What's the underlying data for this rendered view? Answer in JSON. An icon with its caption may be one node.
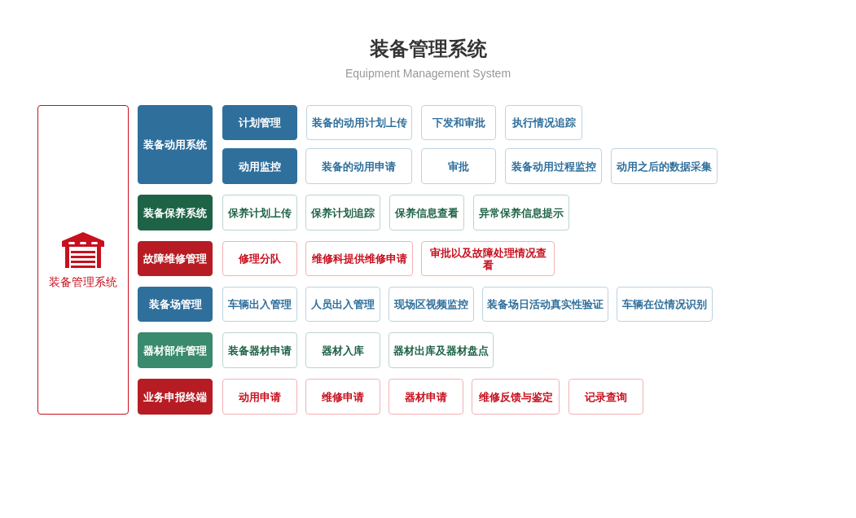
{
  "diagram": {
    "title": "装备管理系统",
    "nodes": [
      {
        "text": [
          "装备管理系统"
        ]
      },
      {
        "text": [
          "装备动用系统"
        ]
      },
      {
        "text": [
          "计划管理"
        ]
      },
      {
        "text": [
          "装备的动用计划上传"
        ]
      },
      {
        "text": [
          "下发和审批"
        ]
      },
      {
        "text": [
          "执行情况追踪"
        ]
      },
      {
        "text": [
          "动用监控"
        ]
      },
      {
        "text": [
          "装备的动用申请"
        ]
      },
      {
        "text": [
          "审批"
        ]
      },
      {
        "text": [
          "装备动用过程监控"
        ]
      },
      {
        "text": [
          "动用之后的数据采集"
        ]
      },
      {
        "text": [
          "装备保养系统"
        ]
      },
      {
        "text": [
          "保养计划上传"
        ]
      },
      {
        "text": [
          "保养计划追踪"
        ]
      },
      {
        "text": [
          "保养信息查看"
        ]
      },
      {
        "text": [
          "异常保养信息提示"
        ]
      },
      {
        "text": [
          "故障维修管理"
        ]
      },
      {
        "text": [
          "修理分队"
        ]
      },
      {
        "text": [
          "维修科提供维修申请"
        ]
      },
      {
        "text": [
          "审批以及故障处理情况查看"
        ]
      },
      {
        "text": [
          "装备场管理"
        ]
      },
      {
        "text": [
          "车辆出入管理"
        ]
      },
      {
        "text": [
          "人员出入管理"
        ]
      },
      {
        "text": [
          "现场区视频监控"
        ]
      },
      {
        "text": [
          "装备场日活动真实性验证"
        ]
      },
      {
        "text": [
          "车辆在位情况识别"
        ]
      },
      {
        "text": [
          "器材部件管理"
        ]
      },
      {
        "text": [
          "装备器材申请"
        ]
      },
      {
        "text": [
          "器材入库"
        ]
      },
      {
        "text": [
          "器材出库及器材盘点"
        ]
      },
      {
        "text": [
          "业务申报终端"
        ]
      },
      {
        "text": [
          "动用申请"
        ]
      },
      {
        "text": [
          "维修申请"
        ]
      },
      {
        "text": [
          "器材申请"
        ]
      },
      {
        "text": [
          "维修反馈与鉴定"
        ]
      },
      {
        "text": [
          "记录查询"
        ]
      }
    ],
    "labels": [
      "Equipment Management System"
    ]
  }
}
